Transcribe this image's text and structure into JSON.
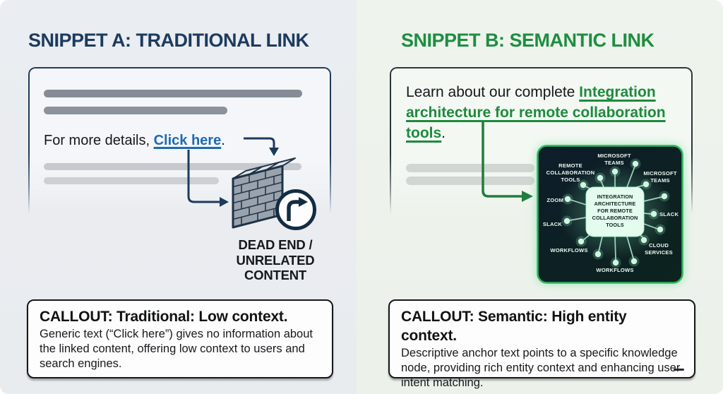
{
  "left": {
    "title": "SNIPPET A: TRADITIONAL LINK",
    "snippet_prefix": "For more details, ",
    "snippet_link": "Click here",
    "snippet_suffix": ".",
    "dead_end_line1": "DEAD END /",
    "dead_end_line2": "UNRELATED CONTENT",
    "callout_heading": "CALLOUT: Traditional: Low context.",
    "callout_body": "Generic text (“Click here”) gives no information about the linked content, offering low context to users and search engines."
  },
  "right": {
    "title": "SNIPPET B: SEMANTIC LINK",
    "snippet_prefix": "Learn about our complete ",
    "snippet_link": "Integration architecture for remote collaboration tools",
    "snippet_suffix": ".",
    "callout_heading": "CALLOUT: Semantic: High entity context.",
    "callout_body": "Descriptive anchor text points to a specific knowledge node, providing rich entity context and enhancing user intent matching.",
    "graph": {
      "center": [
        "INTEGRATION",
        "ARCHITECTURE",
        "FOR REMOTE",
        "COLLABORATION",
        "TOOLS"
      ],
      "labels": {
        "ms_top_1": "MICROSOFT",
        "ms_top_2": "TEAMS",
        "remote_1": "REMOTE",
        "remote_2": "COLLABORATION",
        "remote_3": "TOOLS",
        "ms_right_1": "MICROSOFT",
        "ms_right_2": "TEAMS",
        "zoom": "ZOOM",
        "slack_left": "SLACK",
        "slack_right": "SLACK",
        "workflows_left": "WORKFLOWS",
        "workflows_bottom": "WORKFLOWS",
        "cloud_1": "CLOUD",
        "cloud_2": "SERVICES"
      }
    }
  },
  "colors": {
    "traditional_navy": "#1c3b5e",
    "semantic_green": "#1f8e41",
    "link_blue": "#1e6ab0",
    "link_green": "#1e8a3e",
    "panel_background": "#0e1d26",
    "panel_border": "#2fb35c",
    "node_mint": "#cdf7e1"
  }
}
